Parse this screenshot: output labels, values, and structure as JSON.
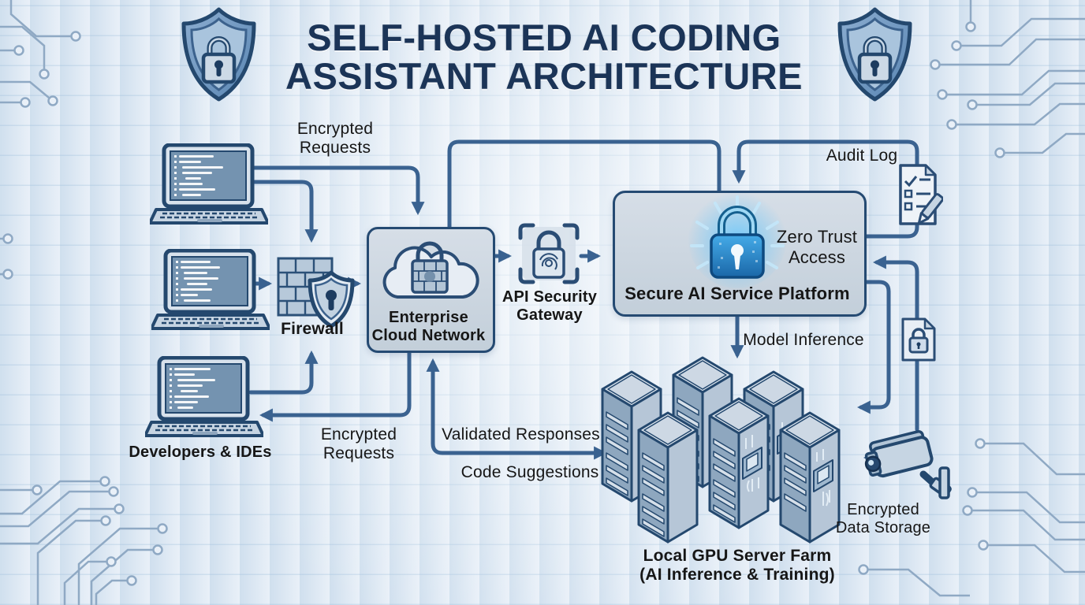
{
  "title": "SELF-HOSTED AI CODING ASSISTANT ARCHITECTURE",
  "nodes": {
    "developers": {
      "label": "Developers & IDEs"
    },
    "firewall": {
      "label": "Firewall"
    },
    "cloud": {
      "label": "Enterprise\nCloud Network"
    },
    "gateway": {
      "label": "API Security\nGateway"
    },
    "platform": {
      "label": "Secure AI Service Platform",
      "badge": "Zero Trust\nAccess"
    },
    "farm": {
      "label": "Local GPU Server Farm\n(AI Inference & Training)"
    },
    "storage": {
      "label": "Encrypted\nData Storage"
    },
    "audit": {
      "label": "Audit Log"
    }
  },
  "flows": {
    "encrypted_requests_top": "Encrypted\nRequests",
    "encrypted_requests_bottom": "Encrypted\nRequests",
    "validated_responses": "Validated Responses",
    "code_suggestions": "Code Suggestions",
    "model_inference": "Model Inference"
  },
  "colors": {
    "connector": "#3a6290",
    "outline_navy": "#24486e",
    "title_navy": "#1b3457",
    "box_fill": "#ccd6e0",
    "glow_lock_blue": "#39a2e8",
    "circuit_trace": "#8fa9c4",
    "background": "#e9f0f8"
  }
}
